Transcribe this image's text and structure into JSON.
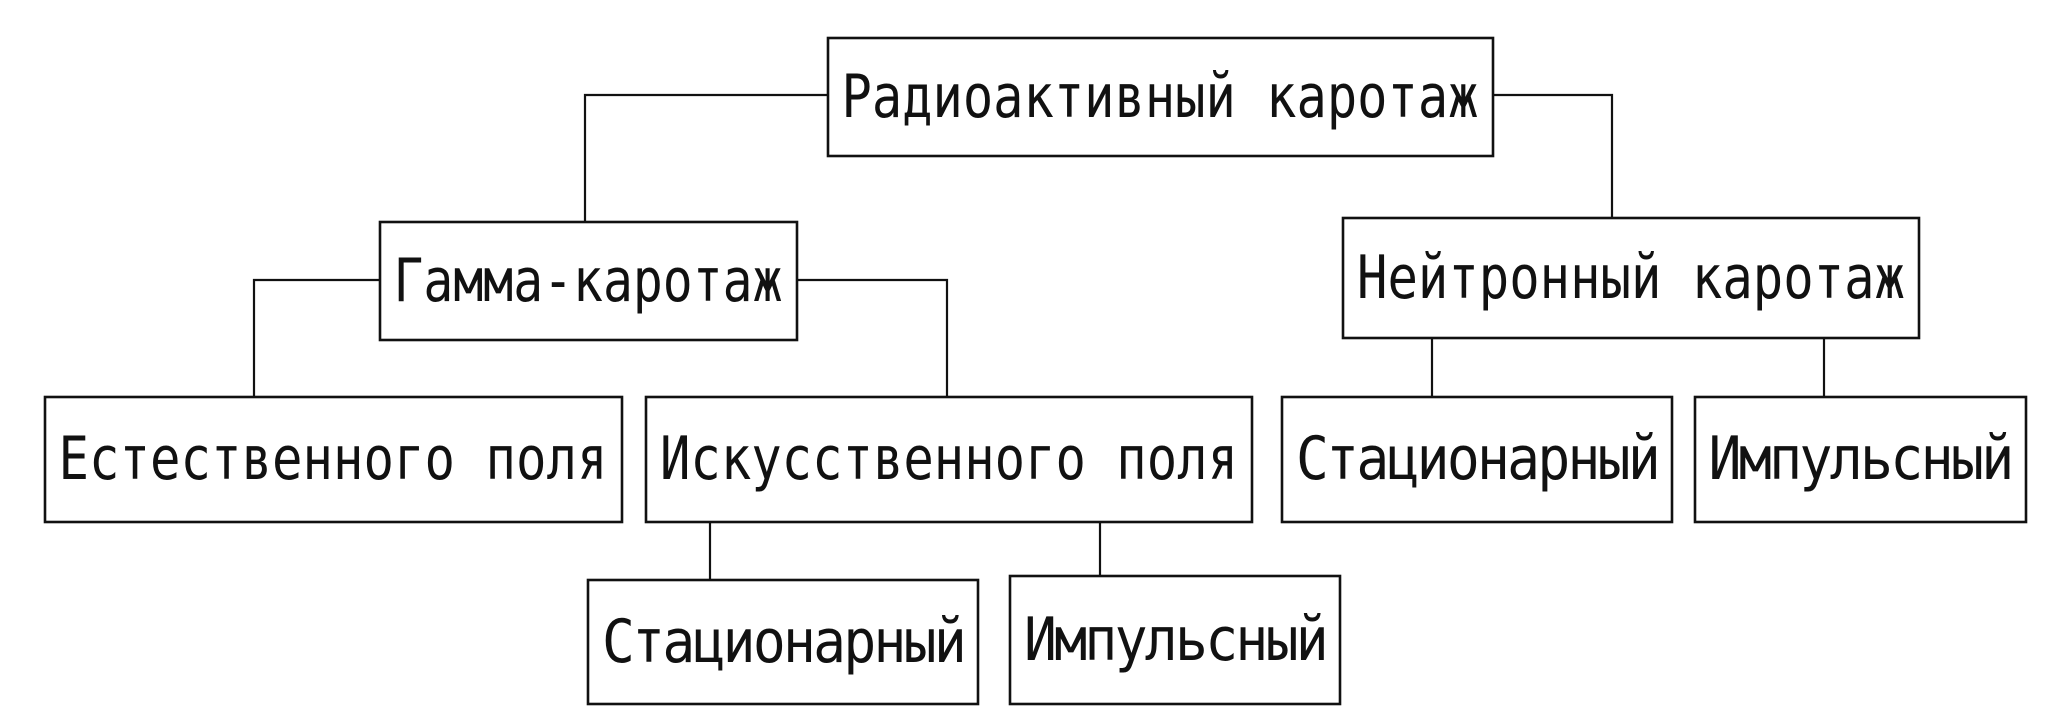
{
  "diagram": {
    "root": "Радиоактивный каротаж",
    "gamma": {
      "label": "Гамма-каротаж",
      "natural": "Естественного поля",
      "artificial": {
        "label": "Искусственного поля",
        "stationary": "Стационарный",
        "pulsed": "Импульсный"
      }
    },
    "neutron": {
      "label": "Нейтронный каротаж",
      "stationary": "Стационарный",
      "pulsed": "Импульсный"
    }
  },
  "colors": {
    "line": "#111111",
    "background": "#ffffff"
  }
}
